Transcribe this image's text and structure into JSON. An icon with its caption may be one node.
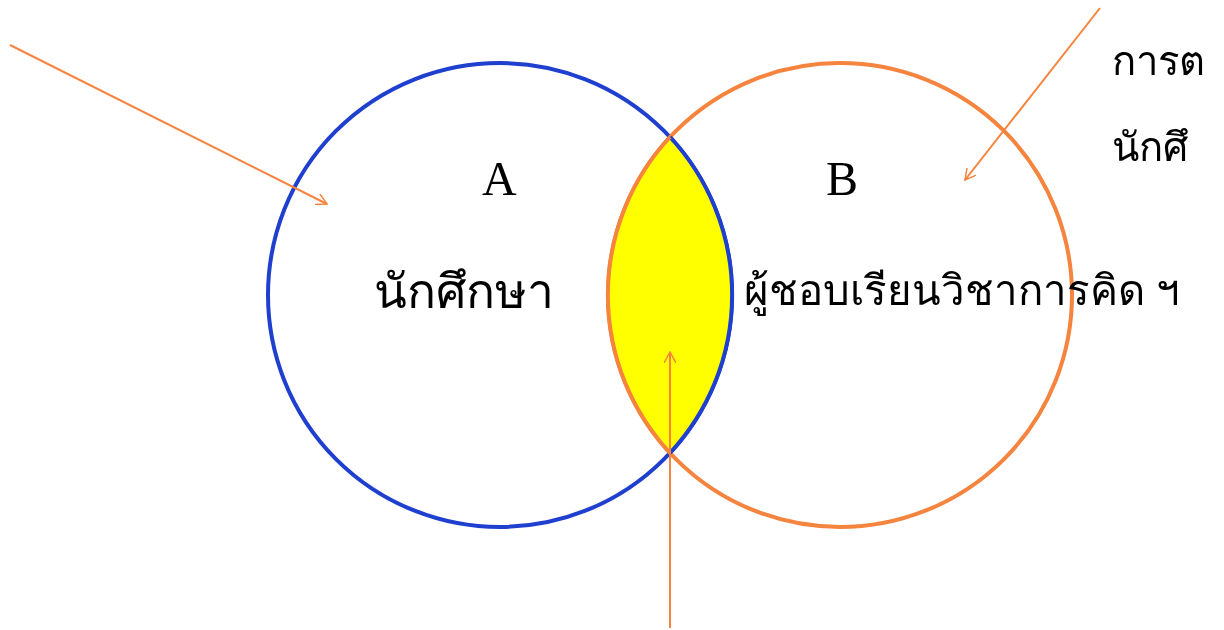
{
  "diagram": {
    "nodes": [
      {
        "text": [
          "A",
          "นักศึกษา"
        ]
      },
      {
        "text": [
          "B",
          "ผู้ชอบเรียนวิชาการคิด ฯ"
        ]
      },
      {
        "text": [],
        "shape": "lens"
      }
    ],
    "edges": [
      {
        "from": null,
        "to": 0,
        "arrow": "to"
      },
      {
        "from": null,
        "to": 1,
        "arrow": "to"
      },
      {
        "from": null,
        "to": 2,
        "arrow": "to"
      }
    ],
    "labels": [
      "การต",
      "นักศึ"
    ]
  }
}
